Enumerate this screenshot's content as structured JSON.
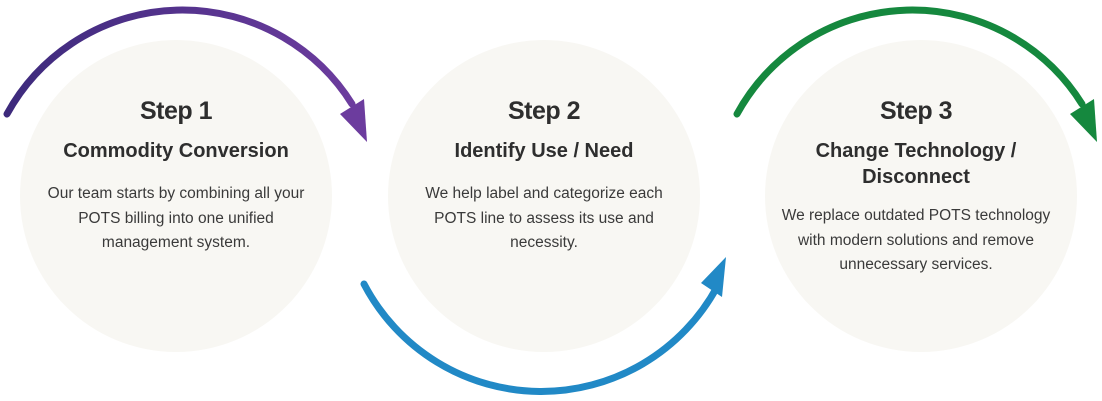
{
  "steps": [
    {
      "step": "Step 1",
      "title": "Commodity Conversion",
      "description": "Our team starts by combining all your POTS billing into one unified management system."
    },
    {
      "step": "Step 2",
      "title": "Identify Use / Need",
      "description": "We help label and categorize each POTS line to assess its use and necessity."
    },
    {
      "step": "Step 3",
      "title": "Change Technology / Disconnect",
      "description": "We replace outdated POTS technology with modern solutions and remove unnecessary services."
    }
  ],
  "colors": {
    "arrow1_start": "#3d2a7c",
    "arrow1_end": "#6c3c9e",
    "arrow2": "#2189c6",
    "arrow3": "#15883e",
    "circle": "#f8f7f3"
  }
}
